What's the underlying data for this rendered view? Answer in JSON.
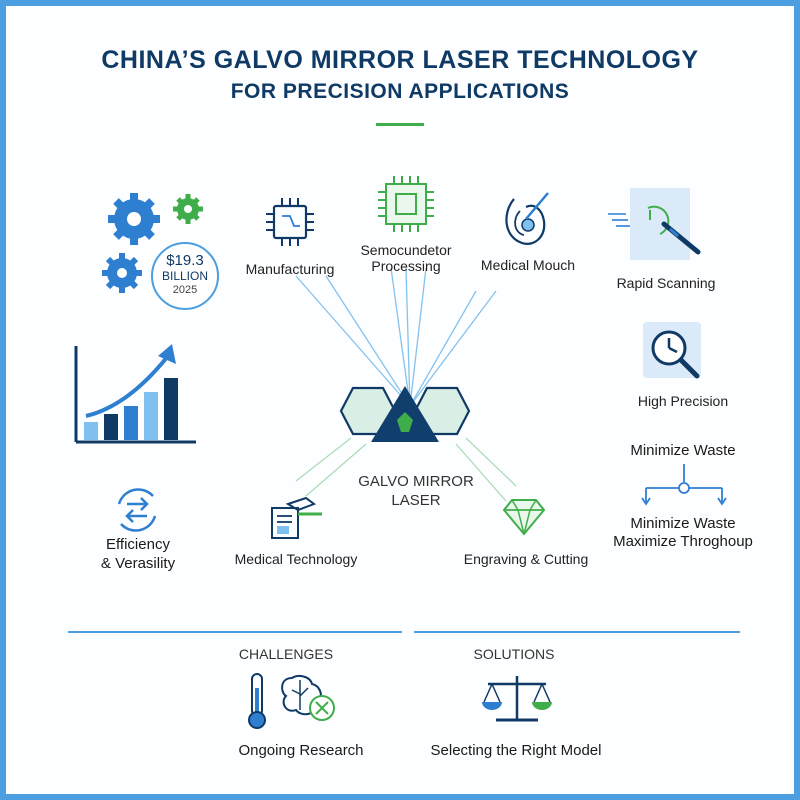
{
  "title_line1": "CHINA’S GALVO MIRROR LASER TECHNOLOGY",
  "title_line2": "FOR PRECISION APPLICATIONS",
  "market": {
    "value": "$19.3",
    "unit": "BILLION",
    "year": "2025"
  },
  "center": {
    "line1": "GALVO MIRROR",
    "line2": "LASER"
  },
  "applications": {
    "manufacturing": "Manufacturing",
    "semiconductor_line1": "Semocundetor",
    "semiconductor_line2": "Processing",
    "medical_mouch": "Medical Mouch",
    "medical_technology": "Medical Technology",
    "engraving": "Engraving & Cutting"
  },
  "left": {
    "efficiency_line1": "Efficiency",
    "efficiency_line2": "& Verasility"
  },
  "right": {
    "rapid": "Rapid Scanning",
    "precision": "High Precision",
    "minimize_top": "Minimize Waste",
    "minimize_bottom": "Minimize Waste",
    "maximize": "Maximize Throghoup"
  },
  "bottom": {
    "challenges": "CHALLENGES",
    "solutions": "SOLUTIONS",
    "research": "Ongoing Research",
    "model": "Selecting the Right Model"
  },
  "colors": {
    "navy": "#0f3a66",
    "blue": "#2f7fd1",
    "light_blue": "#7fc0ee",
    "green": "#3fae4a",
    "accent_border": "#4b9fe0"
  }
}
